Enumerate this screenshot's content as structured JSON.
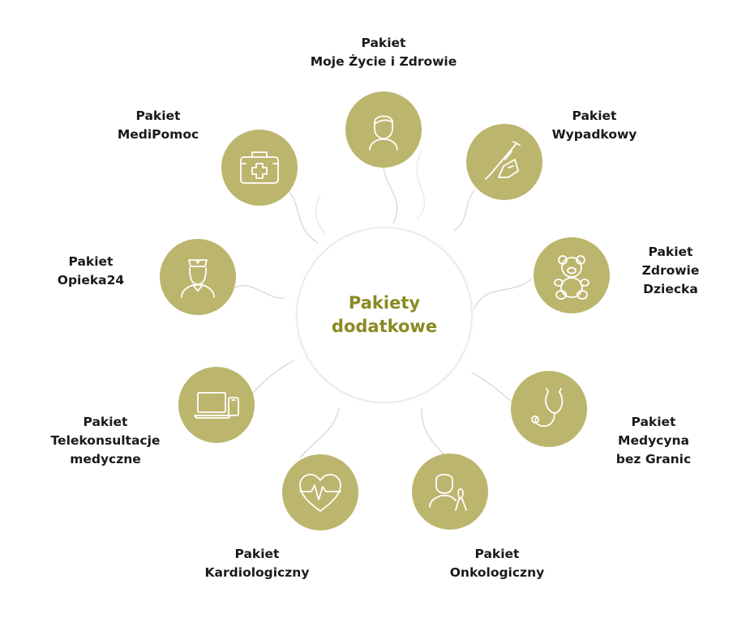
{
  "center": {
    "line1": "Pakiety",
    "line2": "dodatkowe"
  },
  "colors": {
    "accent": "#bcb56d",
    "title": "#8a8a22",
    "text": "#1a1a1a",
    "curve": "#d9d9d9"
  },
  "packages": [
    {
      "lines": [
        "Pakiet",
        "Moje Życie i Zdrowie"
      ],
      "icon": "person-icon"
    },
    {
      "lines": [
        "Pakiet",
        "Wypadkowy"
      ],
      "icon": "crutch-cast-icon"
    },
    {
      "lines": [
        "Pakiet",
        "Zdrowie",
        "Dziecka"
      ],
      "icon": "teddy-bear-icon"
    },
    {
      "lines": [
        "Pakiet",
        "Medycyna",
        "bez Granic"
      ],
      "icon": "stethoscope-icon"
    },
    {
      "lines": [
        "Pakiet",
        "Onkologiczny"
      ],
      "icon": "person-ribbon-icon"
    },
    {
      "lines": [
        "Pakiet",
        "Kardiologiczny"
      ],
      "icon": "heart-pulse-icon"
    },
    {
      "lines": [
        "Pakiet",
        "Telekonsultacje",
        "medyczne"
      ],
      "icon": "laptop-phone-icon"
    },
    {
      "lines": [
        "Pakiet",
        "Opieka24"
      ],
      "icon": "nurse-icon"
    },
    {
      "lines": [
        "Pakiet",
        "MediPomoc"
      ],
      "icon": "first-aid-kit-icon"
    }
  ]
}
